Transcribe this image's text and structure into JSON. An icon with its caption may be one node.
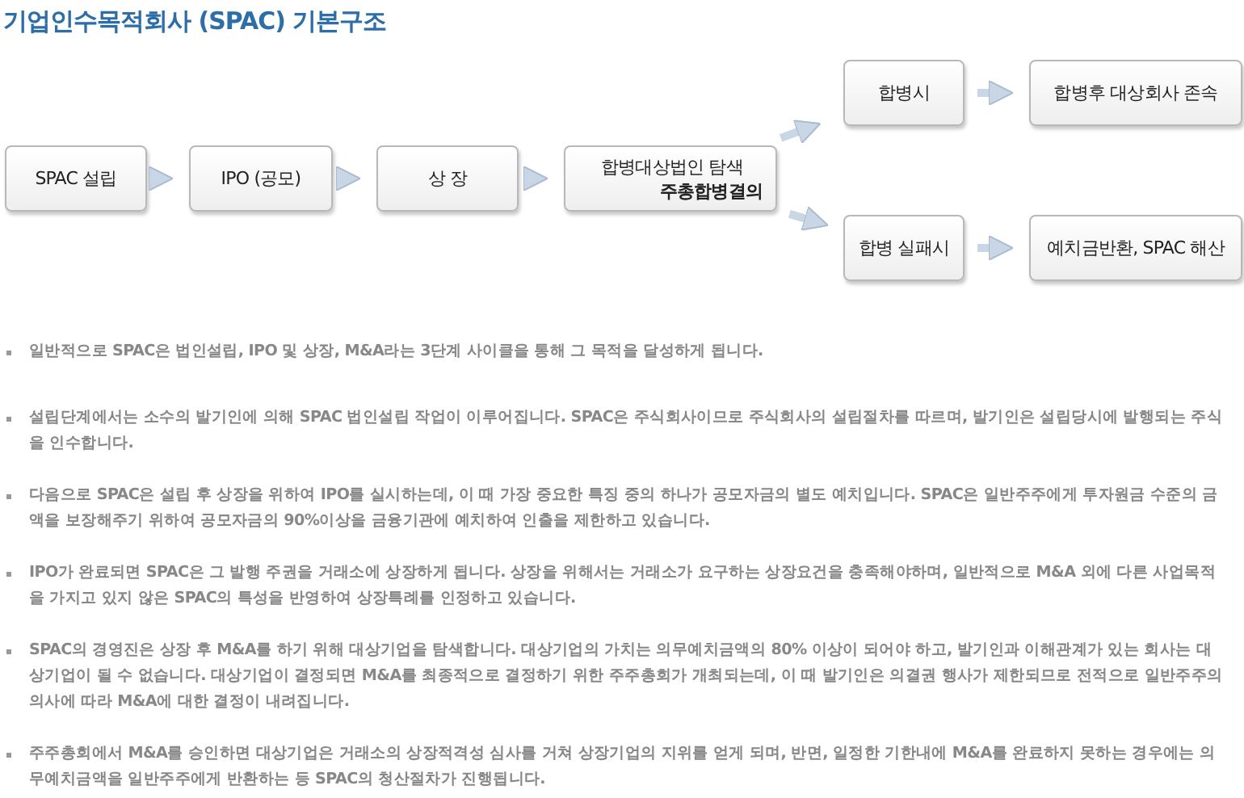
{
  "diagram": {
    "title": "기업인수목적회사 (SPAC) 기본구조",
    "nodes": [
      {
        "text": [
          "SPAC 설립"
        ]
      },
      {
        "text": [
          "IPO (공모)"
        ]
      },
      {
        "text": [
          "상 장"
        ]
      },
      {
        "text": [
          "합병대상법인 탐색",
          "주총합병결의"
        ]
      },
      {
        "text": [
          "합병시"
        ]
      },
      {
        "text": [
          "합병후 대상회사 존속"
        ]
      },
      {
        "text": [
          "합병 실패시"
        ]
      },
      {
        "text": [
          "예치금반환, SPAC 해산"
        ]
      }
    ],
    "edges": [
      {
        "from": 0,
        "to": 1,
        "arrow": "to"
      },
      {
        "from": 1,
        "to": 2,
        "arrow": "to"
      },
      {
        "from": 2,
        "to": 3,
        "arrow": "to"
      },
      {
        "from": 3,
        "to": 4,
        "arrow": "to"
      },
      {
        "from": 4,
        "to": 5,
        "arrow": "to"
      },
      {
        "from": 3,
        "to": 6,
        "arrow": "to"
      },
      {
        "from": 6,
        "to": 7,
        "arrow": "to"
      }
    ],
    "labels": [
      "일반적으로 SPAC은 법인설립, IPO 및 상장, M&A라는 3단계 사이클을 통해 그 목적을 달성하게 됩니다.",
      "설립단계에서는 소수의 발기인에 의해 SPAC 법인설립 작업이 이루어집니다. SPAC은 주식회사이므로 주식회사의 설립절차를 따르며, 발기인은 설립당시에 발행되는 주식을 인수합니다.",
      "다음으로 SPAC은 설립 후 상장을 위하여 IPO를 실시하는데, 이 때 가장 중요한 특징 중의 하나가 공모자금의 별도 예치입니다. SPAC은 일반주주에게 투자원금 수준의 금액을 보장해주기 위하여 공모자금의 90%이상을 금융기관에 예치하여 인출을 제한하고 있습니다.",
      "IPO가 완료되면 SPAC은 그 발행 주권을 거래소에 상장하게 됩니다. 상장을 위해서는 거래소가 요구하는 상장요건을 충족해야하며, 일반적으로 M&A 외에 다른 사업목적을 가지고 있지 않은 SPAC의 특성을 반영하여 상장특례를 인정하고 있습니다.",
      "SPAC의 경영진은 상장 후 M&A를 하기 위해 대상기업을 탐색합니다. 대상기업의 가치는 의무예치금액의 80% 이상이 되어야 하고, 발기인과 이해관계가 있는 회사는 대상기업이 될 수 없습니다. 대상기업이 결정되면 M&A를 최종적으로 결정하기 위한 주주총회가 개최되는데, 이 때 발기인은 의결권 행사가 제한되므로 전적으로 일반주주의 의사에 따라 M&A에 대한 결정이 내려집니다.",
      "주주총회에서 M&A를 승인하면 대상기업은 거래소의 상장적격성 심사를 거쳐 상장기업의 지위를 얻게 되며, 반면, 일정한 기한내에 M&A를 완료하지 못하는 경우에는 의무예치금액을 일반주주에게 반환하는 등 SPAC의 청산절차가 진행됩니다."
    ]
  }
}
